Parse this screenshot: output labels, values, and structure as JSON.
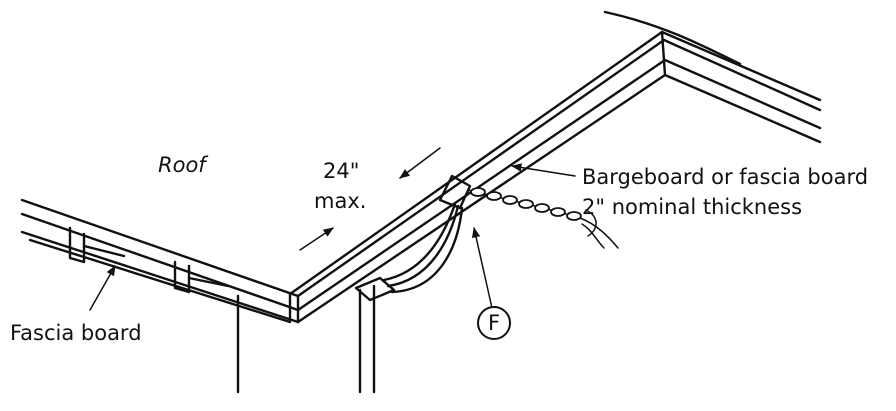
{
  "labels": {
    "roof": "Roof",
    "spacing_value": "24\"",
    "spacing_unit": "max.",
    "bargeboard_line1": "Bargeboard or fascia board",
    "bargeboard_line2": "2\" nominal thickness",
    "fascia": "Fascia board",
    "callout": "F"
  },
  "colors": {
    "ink": "#111111",
    "background": "#ffffff"
  }
}
